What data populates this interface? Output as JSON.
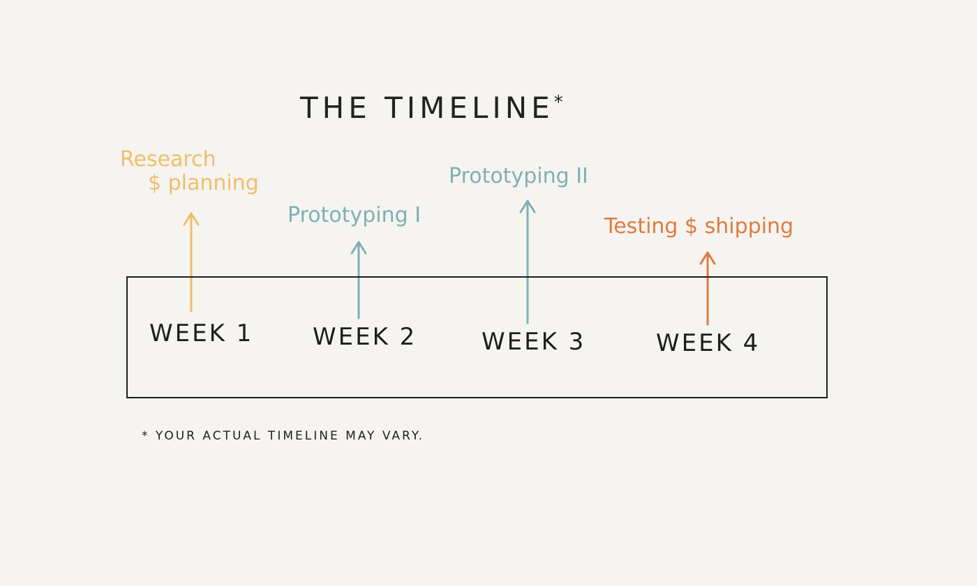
{
  "title": {
    "text": "THE TIMELINE",
    "marker": "*"
  },
  "weeks": [
    {
      "label": "WEEK 1"
    },
    {
      "label": "WEEK 2"
    },
    {
      "label": "WEEK 3"
    },
    {
      "label": "WEEK 4"
    }
  ],
  "phases": [
    {
      "line1": "Research",
      "line2": "$ planning",
      "color": "#efbd6a"
    },
    {
      "line1": "Prototyping I",
      "color": "#7eb0b2"
    },
    {
      "line1": "Prototyping II",
      "color": "#7eb0b2"
    },
    {
      "line1": "Testing $ shipping",
      "color": "#e07a3c"
    }
  ],
  "footnote": "* YOUR ACTUAL TIMELINE MAY VARY."
}
